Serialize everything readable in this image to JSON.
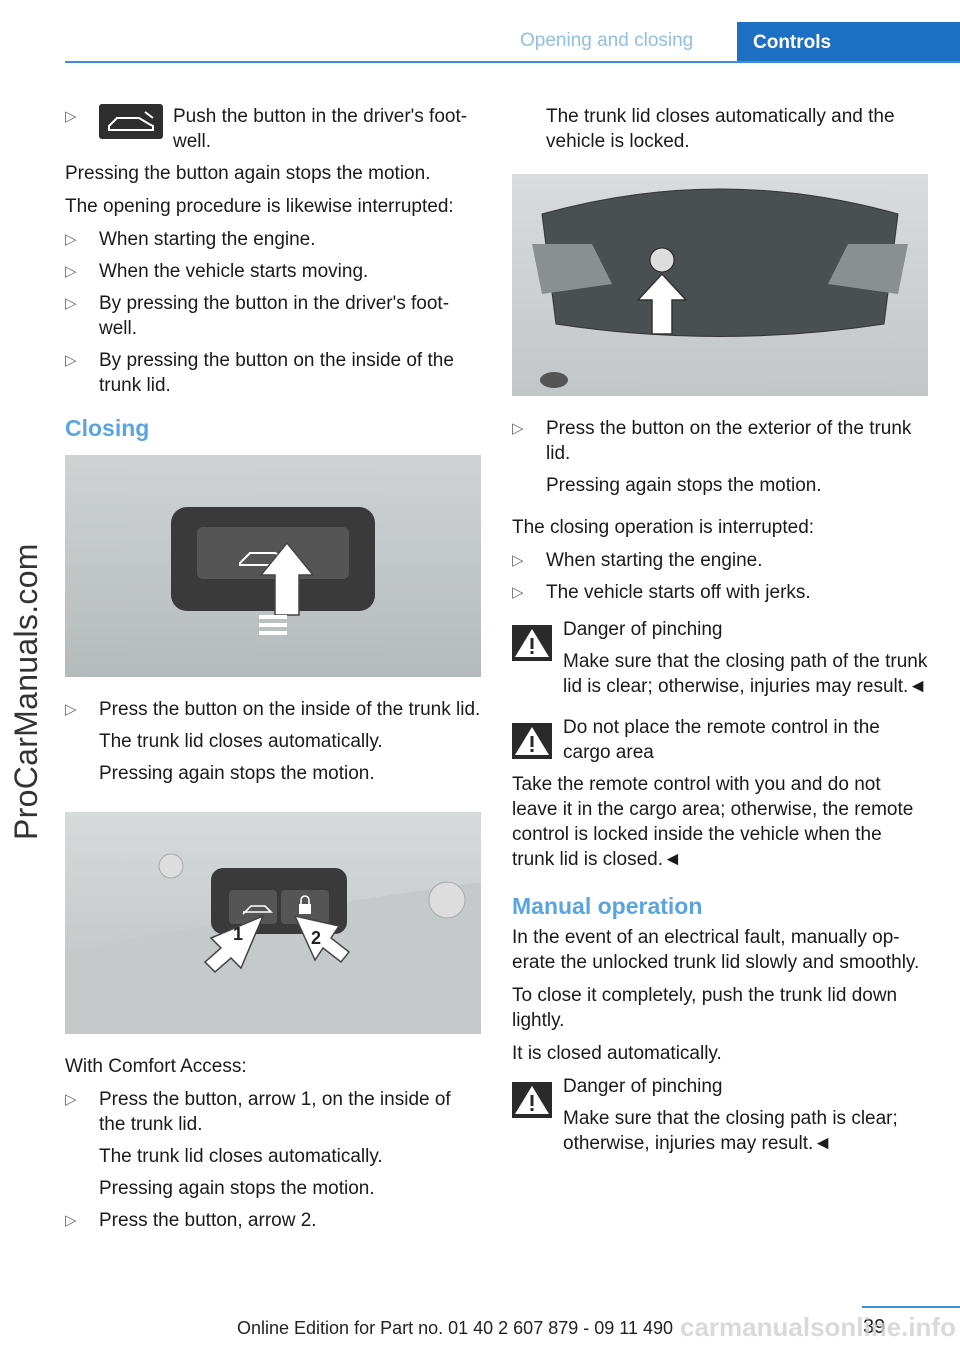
{
  "header": {
    "section": "Opening and closing",
    "tab": "Controls"
  },
  "watermark": "ProCarManuals.com",
  "left": {
    "intro_bullet": "Push the button in the driver's foot-well.",
    "p1": "Pressing the button again stops the motion.",
    "p2": "The opening procedure is likewise interrupted:",
    "bullets1": [
      "When starting the engine.",
      "When the vehicle starts moving.",
      "By pressing the button in the driver's foot-well.",
      "By pressing the button on the inside of the trunk lid."
    ],
    "closing_heading": "Closing",
    "closing_bullet": "Press the button on the inside of the trunk lid.",
    "closing_sub1": "The trunk lid closes automatically.",
    "closing_sub2": "Pressing again stops the motion.",
    "comfort_label": "With Comfort Access:",
    "comfort_b1": "Press the button, arrow 1, on the inside of the trunk lid.",
    "comfort_sub1": "The trunk lid closes automatically.",
    "comfort_sub2": "Pressing again stops the motion.",
    "comfort_b2": "Press the button, arrow 2.",
    "arrow1": "1",
    "arrow2": "2"
  },
  "right": {
    "top_text": "The trunk lid closes automatically and the vehicle is locked.",
    "ext_bullet": "Press the button on the exterior of the trunk lid.",
    "ext_sub": "Pressing again stops the motion.",
    "interrupt": "The closing operation is interrupted:",
    "bullets": [
      "When starting the engine.",
      "The vehicle starts off with jerks."
    ],
    "warn1_title": "Danger of pinching",
    "warn1_body": "Make sure that the closing path of the trunk lid is clear; otherwise, injuries may result.◄",
    "warn2_title": "Do not place the remote control in the cargo area",
    "warn2_body": "Take the remote control with you and do not leave it in the cargo area; otherwise, the remote control is locked inside the vehicle when the trunk lid is closed.◄",
    "manual_heading": "Manual operation",
    "manual_p1": "In the event of an electrical fault, manually op-erate the unlocked trunk lid slowly and smoothly.",
    "manual_p2": "To close it completely, push the trunk lid down lightly.",
    "manual_p3": "It is closed automatically.",
    "warn3_title": "Danger of pinching",
    "warn3_body": "Make sure that the closing path is clear; otherwise, injuries may result.◄"
  },
  "footer": {
    "text": "Online Edition for Part no. 01 40 2 607 879 - 09 11 490",
    "page": "39",
    "site": "carmanualsonline.info"
  }
}
